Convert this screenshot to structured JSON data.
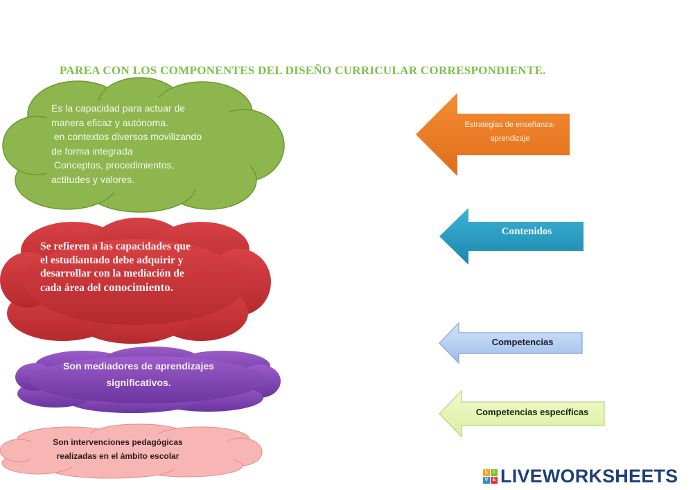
{
  "title": "Parea con los componentes del diseño curricular correspondiente.",
  "clouds": [
    {
      "color": "#8db64e",
      "lines": [
        "Es la capacidad para actuar de",
        "manera eficaz y autónoma.",
        " en contextos diversos movilizando",
        "de forma integrada",
        " Conceptos, procedimientos,",
        "actitudes y valores."
      ]
    },
    {
      "color": "#c8363a",
      "lines": [
        "Se refieren a las capacidades que",
        "el estudiantado debe adquirir y",
        "desarrollar con la mediación de",
        "cada área del "
      ],
      "emphasis": "conocimiento."
    },
    {
      "color": "#8347b4",
      "lines": [
        "Son mediadores de aprendizajes",
        "significativos."
      ]
    },
    {
      "color": "#f6b2b0",
      "lines": [
        "Son intervenciones pedagógicas",
        "realizadas en el ámbito escolar"
      ]
    }
  ],
  "arrows": [
    {
      "lines": [
        "Estrategias de enseñanza-",
        "aprendizaje"
      ],
      "color": "#ee7f2a"
    },
    {
      "lines": [
        "Contenidos"
      ],
      "color": "#2d9fc3"
    },
    {
      "lines": [
        "Competencias"
      ],
      "color": "#b9d1f3"
    },
    {
      "lines": [
        "Competencias específicas"
      ],
      "color": "#e6f5b6"
    }
  ],
  "logo": {
    "tiles": [
      "L",
      "I",
      "V",
      "E"
    ],
    "text": "LIVEWORKSHEETS"
  }
}
